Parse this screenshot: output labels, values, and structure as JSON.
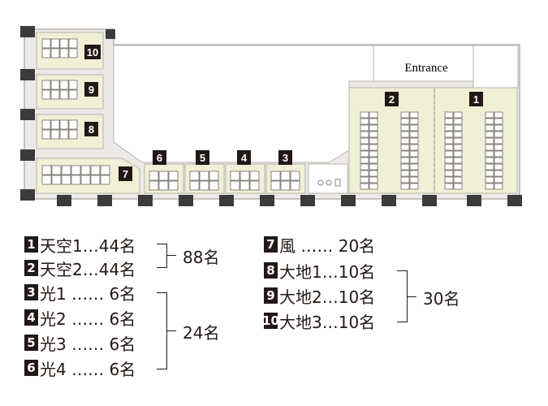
{
  "floorplan": {
    "entrance_label": "Entrance",
    "colors": {
      "room_fill": "#f1efd6",
      "wall_fill": "#ece9e6",
      "outline": "#b9b4ae",
      "column": "#3b3b3b",
      "badge": "#231815"
    },
    "room_badges": [
      "1",
      "2",
      "3",
      "4",
      "5",
      "6",
      "7",
      "8",
      "9",
      "10"
    ]
  },
  "legend": {
    "group_a": {
      "items": [
        {
          "num": "1",
          "text": "天空1…44名"
        },
        {
          "num": "2",
          "text": "天空2…44名"
        }
      ],
      "total": "88名"
    },
    "group_b": {
      "items": [
        {
          "num": "3",
          "text": "光1 …… 6名"
        },
        {
          "num": "4",
          "text": "光2 …… 6名"
        },
        {
          "num": "5",
          "text": "光3 …… 6名"
        },
        {
          "num": "6",
          "text": "光4 …… 6名"
        }
      ],
      "total": "24名"
    },
    "group_c": {
      "items": [
        {
          "num": "7",
          "text": "風 …… 20名"
        }
      ]
    },
    "group_d": {
      "items": [
        {
          "num": "8",
          "text": "大地1…10名"
        },
        {
          "num": "9",
          "text": "大地2…10名"
        },
        {
          "num": "10",
          "text": "大地3…10名"
        }
      ],
      "total": "30名"
    }
  }
}
